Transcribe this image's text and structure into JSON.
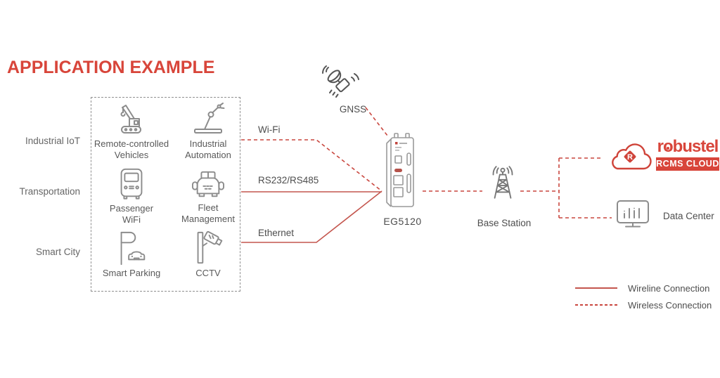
{
  "title": "APPLICATION EXAMPLE",
  "categories": [
    {
      "label": "Industrial IoT"
    },
    {
      "label": "Transportation"
    },
    {
      "label": "Smart City"
    }
  ],
  "grid_items": [
    {
      "label": "Remote-controlled Vehicles",
      "icon": "crane-icon"
    },
    {
      "label": "Industrial Automation",
      "icon": "robot-arm-icon"
    },
    {
      "label": "Passenger WiFi",
      "icon": "bus-icon"
    },
    {
      "label": "Fleet Management",
      "icon": "car-icon"
    },
    {
      "label": "Smart Parking",
      "icon": "parking-sign-icon"
    },
    {
      "label": "CCTV",
      "icon": "cctv-camera-icon"
    }
  ],
  "connections": [
    {
      "label": "Wi-Fi",
      "type": "wireless"
    },
    {
      "label": "RS232/RS485",
      "type": "wireline"
    },
    {
      "label": "Ethernet",
      "type": "wireline"
    }
  ],
  "nodes": {
    "gnss_label": "GNSS",
    "device_label": "EG5120",
    "base_station_label": "Base Station",
    "data_center_label": "Data Center"
  },
  "brand": {
    "wordmark": "robustel",
    "cloud_badge": "RCMS CLOUD"
  },
  "legend": [
    {
      "label": "Wireline Connection",
      "style": "solid"
    },
    {
      "label": "Wireless Connection",
      "style": "dashed"
    }
  ],
  "colors": {
    "brand_red": "#d8453a",
    "line_red": "#c4564e",
    "icon_gray": "#8c8c8c",
    "text_gray": "#595959"
  }
}
